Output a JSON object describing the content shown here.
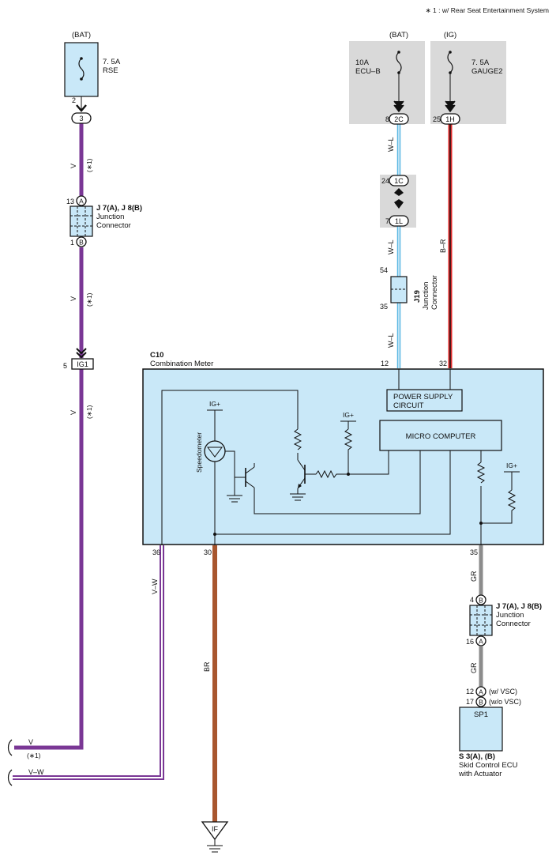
{
  "footnote": "∗ 1 : w/ Rear Seat Entertainment System",
  "fuses": {
    "rse": {
      "source": "(BAT)",
      "rating": "7. 5A",
      "name": "RSE"
    },
    "ecub": {
      "source": "(BAT)",
      "rating": "10A",
      "name": "ECU–B"
    },
    "gauge2": {
      "source": "(IG)",
      "rating": "7. 5A",
      "name": "GAUGE2"
    }
  },
  "wires": {
    "v": "V",
    "w_l": "W–L",
    "b_r": "B–R",
    "v_w": "V–W",
    "br": "BR",
    "gr": "GR",
    "note1": "(∗1)"
  },
  "connectors": {
    "pin2": "2",
    "c3": "3",
    "pin8": "8",
    "c2c": "2C",
    "pin25": "25",
    "c1h": "1H",
    "pin24": "24",
    "c1c": "1C",
    "pin7": "7",
    "c1l": "1L",
    "pin13": "13",
    "ca": "A",
    "pin1": "1",
    "cb": "B",
    "pin5": "5",
    "cig1": "IG1",
    "pin54": "54",
    "pin35a": "35",
    "pin12": "12",
    "pin32": "32",
    "pin36": "36",
    "pin30": "30",
    "pin35b": "35",
    "pin4": "4",
    "pin16": "16",
    "pin12b": "12",
    "pin17": "17"
  },
  "junction_left": {
    "id": "J 7(A), J 8(B)",
    "line1": "Junction",
    "line2": "Connector"
  },
  "junction_right": {
    "id": "J 7(A), J 8(B)",
    "line1": "Junction",
    "line2": "Connector"
  },
  "j19": {
    "id": "J19",
    "line1": "Junction",
    "line2": "Connector"
  },
  "meter": {
    "id": "C10",
    "name": "Combination Meter",
    "power_line1": "POWER SUPPLY",
    "power_line2": "CIRCUIT",
    "micro": "MICRO COMPUTER",
    "igp": "IG+",
    "speedometer": "Speedometer"
  },
  "ecu": {
    "box": "SP1",
    "id": "S 3(A), (B)",
    "line1": "Skid Control ECU",
    "line2": "with Actuator",
    "vsc_w": "(w/ VSC)",
    "vsc_wo": "(w/o VSC)"
  },
  "ground": "IF",
  "colors": {
    "violet": "#7a3795",
    "blue": "#5bb8e3",
    "red": "#e02b2b",
    "brown": "#a8562e",
    "gray": "#8c8c8c",
    "meter_fill": "#c9e8f8",
    "shade": "#d9d9d9"
  }
}
